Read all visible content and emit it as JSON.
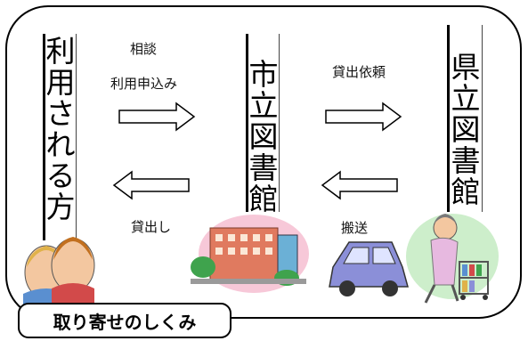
{
  "nodes": {
    "user": "利用される方",
    "city": "市立図書館",
    "pref": "県立図書館"
  },
  "labels": {
    "consult": "相談",
    "apply": "利用申込み",
    "request": "貸出依頼",
    "lend": "貸出し",
    "transport": "搬送"
  },
  "title": "取り寄せのしくみ",
  "colors": {
    "border": "#000000",
    "blush": "#f7c8d8",
    "mint": "#cdeecb",
    "car": "#8b8fd8",
    "building": "#e07a5f"
  }
}
